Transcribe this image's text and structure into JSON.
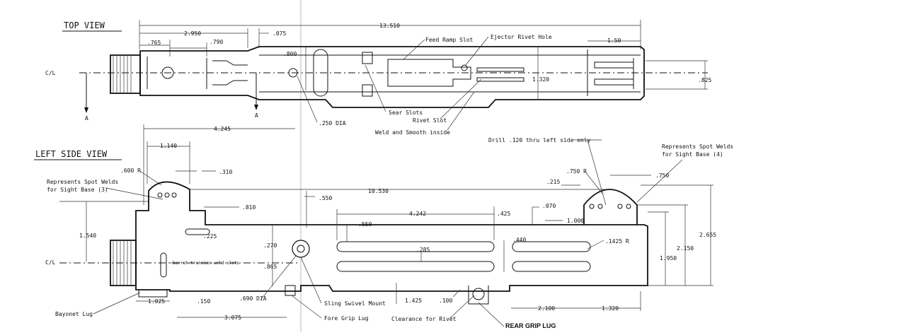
{
  "views": {
    "top": "TOP VIEW",
    "side": "LEFT SIDE VIEW"
  },
  "top_dims": {
    "overall": "13.510",
    "d2950": "2.950",
    "d075": ".075",
    "d765": ".765",
    "d790": ".790",
    "d800": ".800",
    "d150": "1.50",
    "d1320": "1.320",
    "d825": ".825",
    "dia250": ".250 DIA",
    "d4245": "4.245",
    "cl": "C/L",
    "sectA1": "A",
    "sectA2": "A"
  },
  "top_notes": {
    "feed_ramp": "Feed Ramp Slot",
    "ejector": "Ejector Rivet Hole",
    "sear": "Sear Slots",
    "rivet_slot": "Rivet Slot",
    "weld": "Weld and Smooth inside"
  },
  "side_dims": {
    "d1140": "1.140",
    "d600r": ".600 R",
    "d310": ".310",
    "d10530": "10.530",
    "d550a": ".550",
    "d810": ".810",
    "d1540": "1.540",
    "d225": ".225",
    "d270": ".270",
    "d865": ".865",
    "d690": ".690 DIA",
    "d4242": "4.242",
    "d425": ".425",
    "d550b": ".550",
    "d285": ".285",
    "d440": ".440",
    "d1425": "1.425",
    "d100": ".100",
    "d070": ".070",
    "d1000": "1.000",
    "d215": ".215",
    "d750r": ".750 R",
    "d750": ".750",
    "d1425r": ".1425 R",
    "d2150": "2.150",
    "d1950": "1.950",
    "d2655": "2.655",
    "d2100": "2.100",
    "d1320b": "1.320",
    "d1025": "1.025",
    "d150": ".150",
    "d3075": "3.075",
    "cl": "C/L"
  },
  "side_notes": {
    "spot_welds_3_line1": "Represents Spot Welds",
    "spot_welds_3_line2": "for Sight Base (3)",
    "spot_welds_4_line1": "Represents Spot Welds",
    "spot_welds_4_line2": "for Sight Base (4)",
    "drill": "Drill .120 thru left side only",
    "trunnion": "barrel trunnion weld slots",
    "bayonet": "Bayonet Lug",
    "sling": "Sling Swivel Mount",
    "fore_grip": "Fore Grip Lug",
    "clearance": "Clearance for Rivet",
    "rear_grip": "REAR GRIP LUG"
  }
}
